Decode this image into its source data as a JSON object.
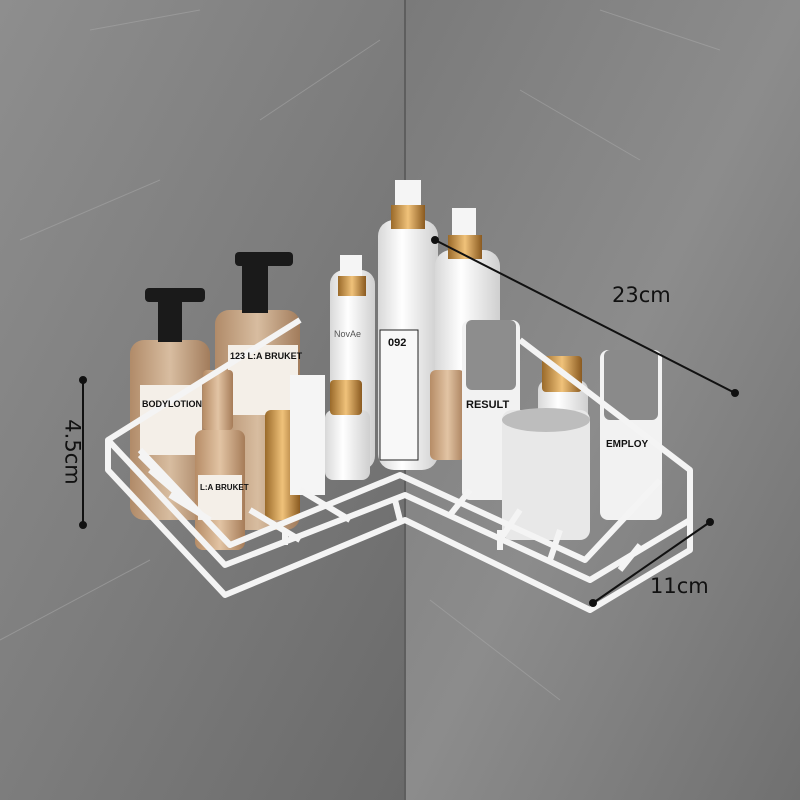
{
  "dimensions": {
    "length": "23cm",
    "depth": "11cm",
    "height": "4.5cm"
  },
  "product_labels": [
    "123 L:A BRUKET",
    "BODYLOTION",
    "L:A BRUKET",
    "092",
    "RESULT",
    "EMPLOY",
    "NovAe"
  ],
  "colors": {
    "wall_light": "#8f8f8f",
    "wall_dark": "#6a6a6a",
    "shelf": "#f4f4f4",
    "bottle_amber": "#c9a27a",
    "pump_black": "#1a1a1a",
    "cap_gold": "#c8913e",
    "dimension_line": "#111111"
  }
}
